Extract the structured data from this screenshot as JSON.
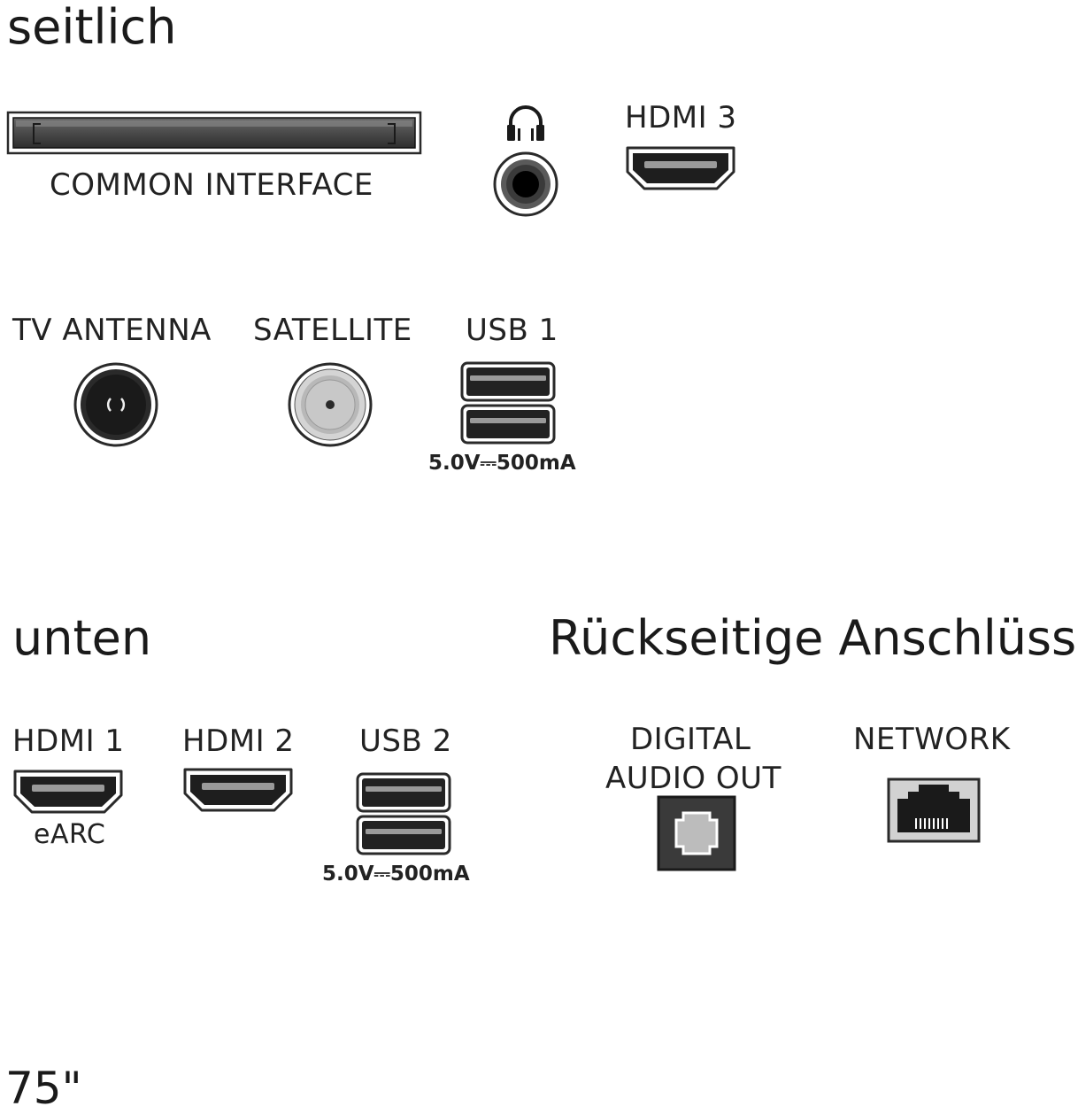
{
  "sections": {
    "side": "seitlich",
    "bottom": "unten",
    "rear": "Rückseitige Anschlüsse"
  },
  "side_ports": {
    "common_interface": "COMMON INTERFACE",
    "hdmi3": "HDMI 3",
    "tv_antenna": "TV ANTENNA",
    "satellite": "SATELLITE",
    "usb1": "USB 1",
    "usb1_power": "5.0V⎓500mA"
  },
  "bottom_ports": {
    "hdmi1": "HDMI 1",
    "hdmi1_sub": "eARC",
    "hdmi2": "HDMI 2",
    "usb2": "USB 2",
    "usb2_power": "5.0V⎓500mA"
  },
  "rear_ports": {
    "digital_audio_line1": "DIGITAL",
    "digital_audio_line2": "AUDIO OUT",
    "network": "NETWORK"
  },
  "model_size": "75\"",
  "icons": [
    "common-interface-slot-icon",
    "headphone-icon",
    "headphone-jack-icon",
    "hdmi-port-icon",
    "antenna-coax-icon",
    "satellite-f-connector-icon",
    "usb-port-icon",
    "optical-audio-port-icon",
    "ethernet-rj45-icon"
  ]
}
